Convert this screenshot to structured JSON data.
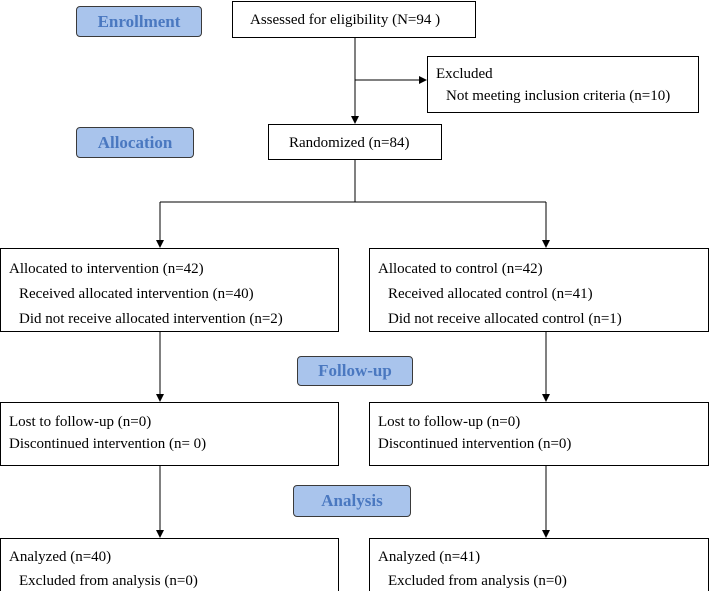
{
  "stages": {
    "enrollment": "Enrollment",
    "allocation": "Allocation",
    "followup": "Follow-up",
    "analysis": "Analysis"
  },
  "assessed": "Assessed for eligibility (N=94 )",
  "excluded": {
    "title": "Excluded",
    "reason": "Not meeting inclusion criteria (n=10)"
  },
  "randomized": "Randomized (n=84)",
  "intervention": {
    "allocated": "Allocated to intervention (n=42)",
    "received": "Received allocated intervention (n=40)",
    "not_received": "Did not receive allocated intervention (n=2)",
    "lost": "Lost to follow-up (n=0)",
    "discontinued": "Discontinued intervention (n= 0)",
    "analyzed": "Analyzed  (n=40)",
    "excluded_analysis": "Excluded from analysis (n=0)"
  },
  "control": {
    "allocated": "Allocated to control (n=42)",
    "received": "Received allocated control (n=41)",
    "not_received": "Did not receive allocated control (n=1)",
    "lost": "Lost to follow-up (n=0)",
    "discontinued": "Discontinued intervention (n=0)",
    "analyzed": "Analyzed  (n=41)",
    "excluded_analysis": "Excluded from analysis (n=0)"
  }
}
